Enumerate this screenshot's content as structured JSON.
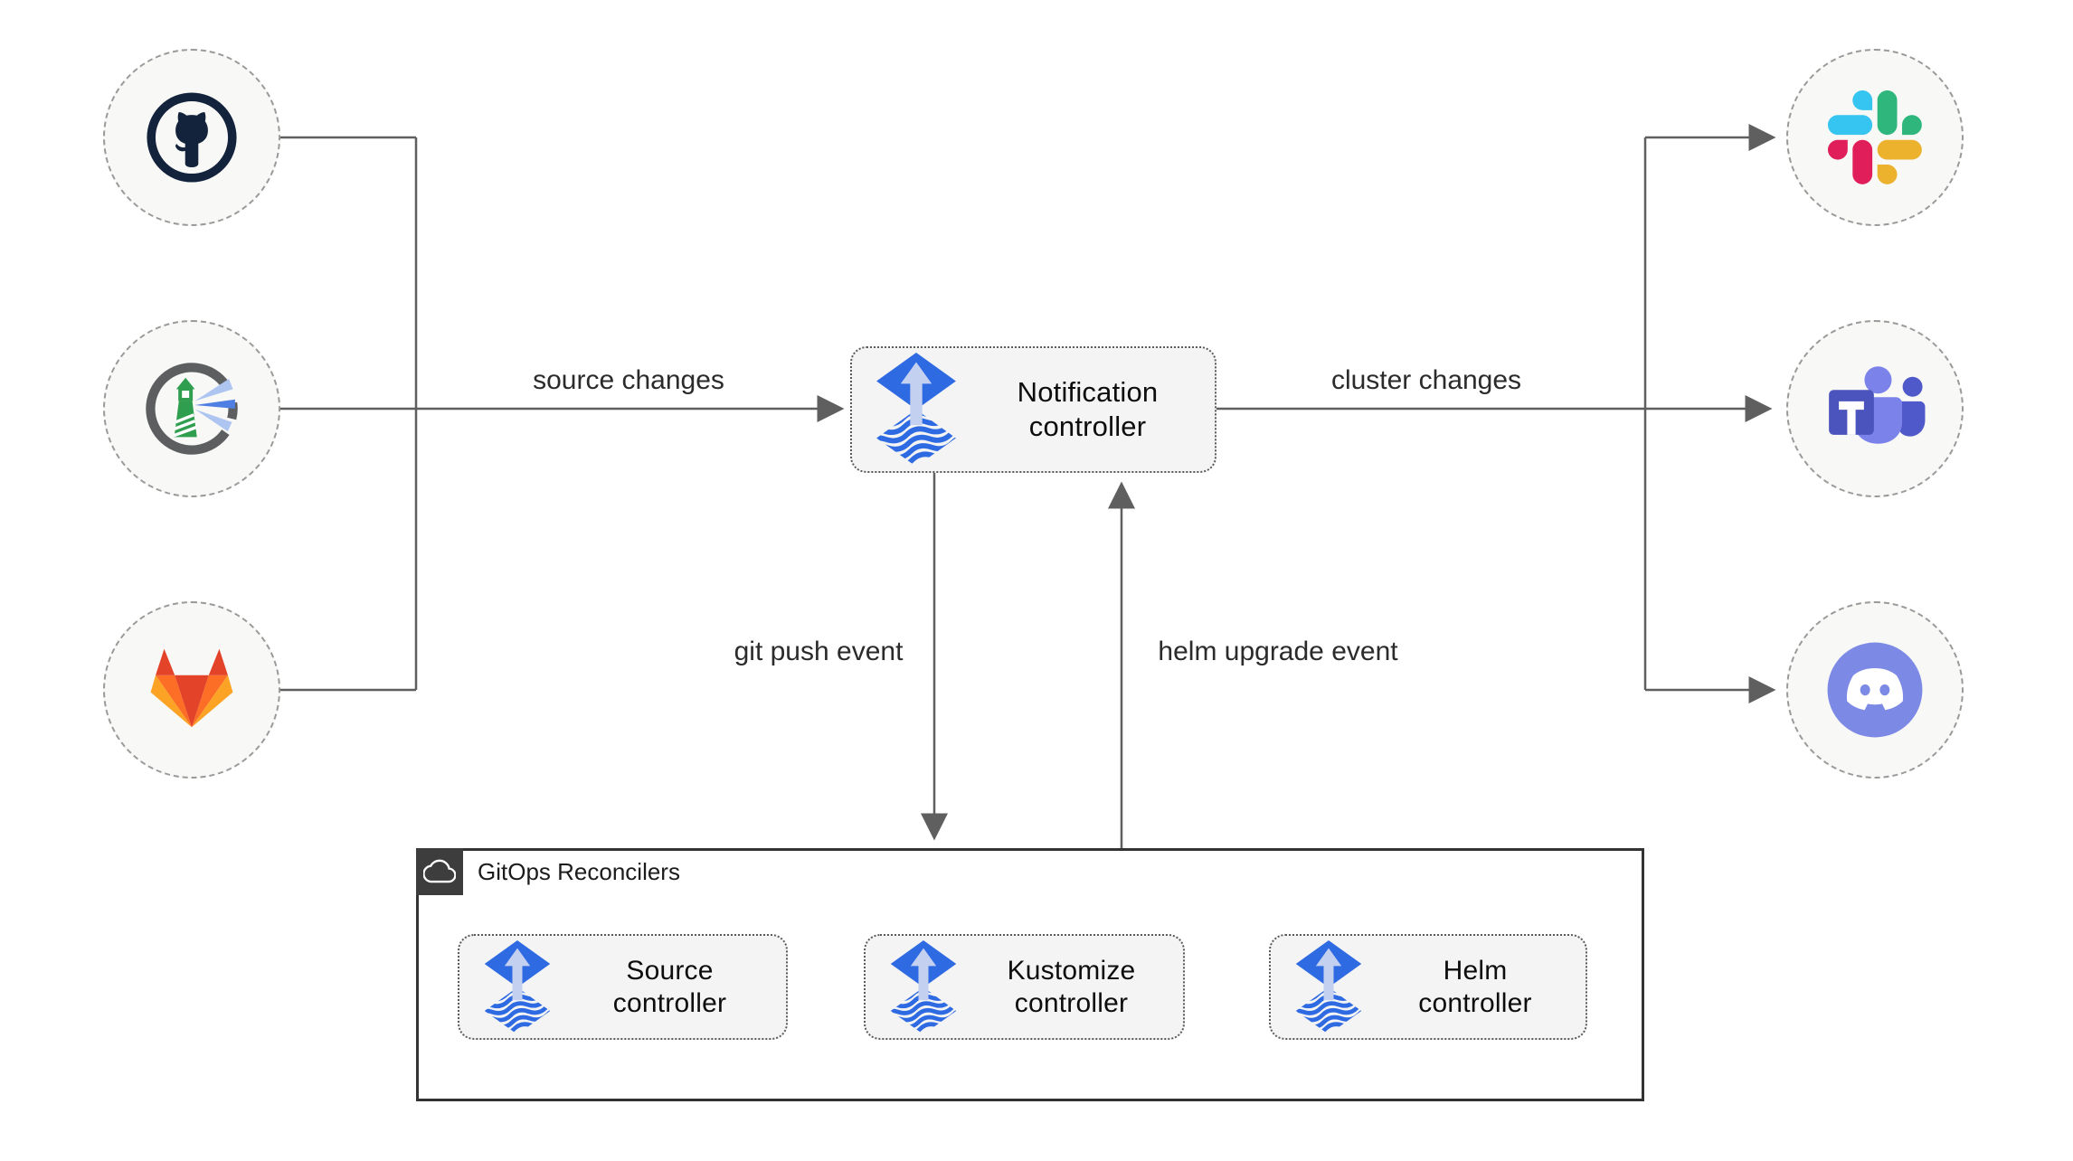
{
  "nodes": {
    "sources": {
      "icons": [
        "github-icon",
        "harbor-icon",
        "gitlab-icon"
      ]
    },
    "targets": {
      "icons": [
        "slack-icon",
        "ms-teams-icon",
        "discord-icon"
      ]
    },
    "notification": {
      "label": "Notification controller",
      "icon": "flux-icon"
    }
  },
  "edges": {
    "source_changes": "source changes",
    "cluster_changes": "cluster changes",
    "git_push": "git push event",
    "helm_upgrade": "helm upgrade event"
  },
  "reconcilers": {
    "title": "GitOps Reconcilers",
    "title_icon": "cloud-icon",
    "item_icon": "flux-icon",
    "items": [
      "Source controller",
      "Kustomize controller",
      "Helm controller"
    ]
  },
  "colors": {
    "flux_blue": "#2e6ae2",
    "flux_arrow": "#c3d0f0",
    "wire_gray": "#5f5f5f",
    "box_fill": "#f4f4f4",
    "circle_fill": "#f8f8f6",
    "github_navy": "#14233c",
    "harbor_green": "#2f9e4f",
    "harbor_ring": "#5d5e60",
    "gitlab": [
      "#e24329",
      "#fc6d26",
      "#fca326"
    ],
    "slack": [
      "#36c5f0",
      "#2eb67d",
      "#ecb22e",
      "#e01e5a"
    ],
    "teams": [
      "#7b83eb",
      "#5059c9",
      "#4b53bc"
    ],
    "discord_blurple": "#7d8ae5",
    "badge_dark": "#3d3d3d"
  }
}
